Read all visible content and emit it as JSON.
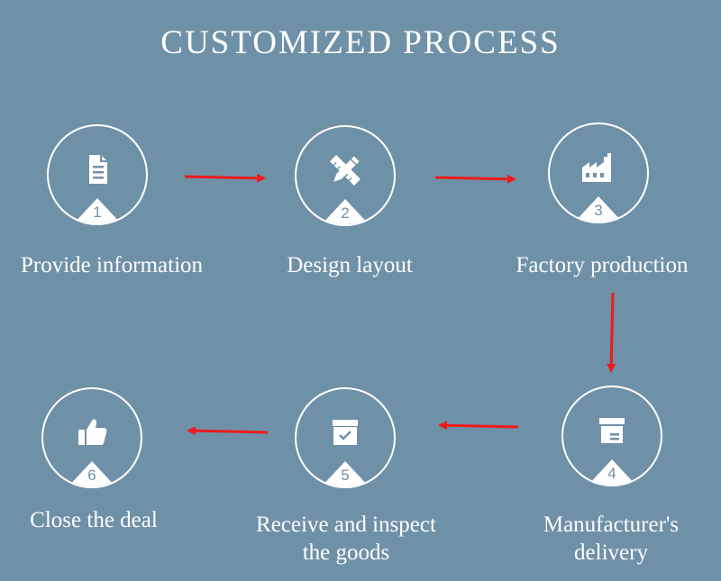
{
  "title": "CUSTOMIZED PROCESS",
  "colors": {
    "background": "#6f91a8",
    "arrow": "#ee1c1c",
    "foreground": "#ffffff"
  },
  "steps": [
    {
      "number": "1",
      "label": "Provide information",
      "icon": "document-icon"
    },
    {
      "number": "2",
      "label": "Design layout",
      "icon": "pencil-ruler-icon"
    },
    {
      "number": "3",
      "label": "Factory production",
      "icon": "factory-icon"
    },
    {
      "number": "4",
      "label_line1": "Manufacturer's",
      "label_line2": "delivery",
      "icon": "box-icon"
    },
    {
      "number": "5",
      "label_line1": "Receive and inspect",
      "label_line2": "the goods",
      "icon": "inbox-check-icon"
    },
    {
      "number": "6",
      "label": "Close the deal",
      "icon": "thumbs-up-icon"
    }
  ]
}
